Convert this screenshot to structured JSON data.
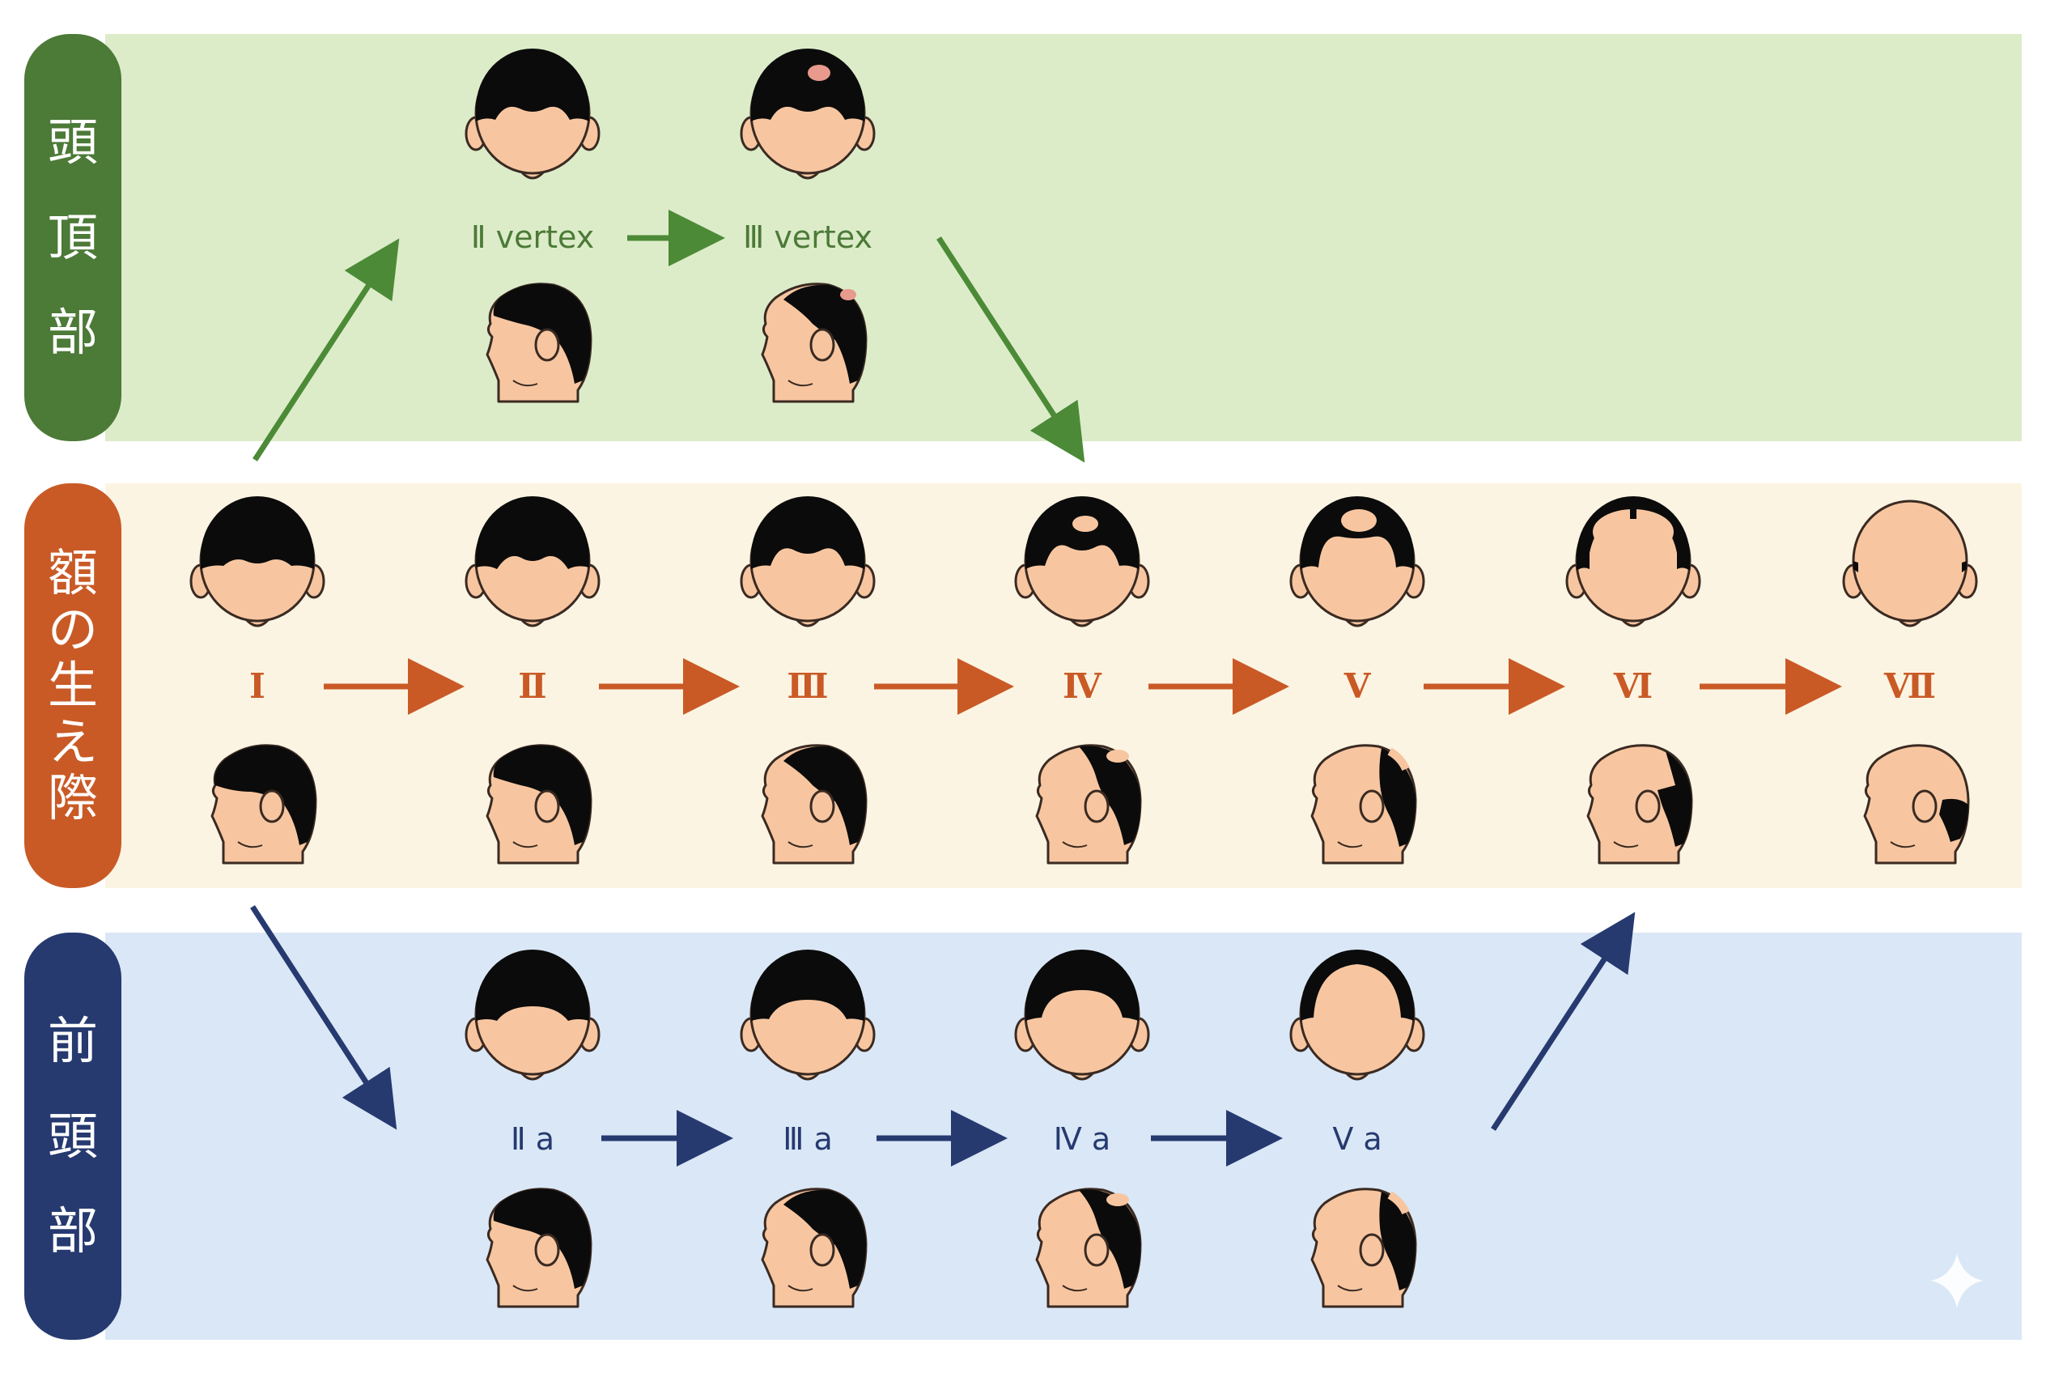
{
  "bands": {
    "vertex": {
      "label": [
        "頭",
        "頂",
        "部"
      ],
      "color": "#4c7a37",
      "bg": "#dcecc9",
      "stage_color": "#4c7a37"
    },
    "hairline": {
      "label": [
        "額",
        "の",
        "生",
        "え",
        "際"
      ],
      "color": "#c95a26",
      "bg": "#fcf4e2",
      "stage_color": "#c95a26"
    },
    "frontal": {
      "label": [
        "前",
        "頭",
        "部"
      ],
      "color": "#263a70",
      "bg": "#dae7f6",
      "stage_color": "#263a70"
    }
  },
  "stages": {
    "vertex": [
      {
        "id": "IIv",
        "label": "Ⅱ vertex",
        "top": "v2",
        "side": "s2",
        "vertex_spot": 0
      },
      {
        "id": "IIIv",
        "label": "Ⅲ vertex",
        "top": "v2",
        "side": "s3",
        "vertex_spot": 1
      }
    ],
    "hairline": [
      {
        "id": "I",
        "label": "Ⅰ",
        "top": "h1",
        "side": "s1"
      },
      {
        "id": "II",
        "label": "Ⅱ",
        "top": "h2",
        "side": "s2"
      },
      {
        "id": "III",
        "label": "Ⅲ",
        "top": "h3",
        "side": "s3"
      },
      {
        "id": "IV",
        "label": "Ⅳ",
        "top": "h4",
        "side": "s4"
      },
      {
        "id": "V",
        "label": "Ⅴ",
        "top": "h5",
        "side": "s5"
      },
      {
        "id": "VI",
        "label": "Ⅵ",
        "top": "h6",
        "side": "s6"
      },
      {
        "id": "VII",
        "label": "Ⅶ",
        "top": "h7",
        "side": "s7"
      }
    ],
    "frontal": [
      {
        "id": "IIa",
        "label": "Ⅱ a",
        "top": "f2",
        "side": "s2"
      },
      {
        "id": "IIIa",
        "label": "Ⅲ a",
        "top": "f3",
        "side": "s3"
      },
      {
        "id": "IVa",
        "label": "Ⅳ a",
        "top": "f4",
        "side": "s4"
      },
      {
        "id": "Va",
        "label": "Ⅴ a",
        "top": "f5",
        "side": "s5"
      }
    ]
  },
  "colors": {
    "skin": "#f7c6a0",
    "hair": "#0b0b0b",
    "outline": "#3a2a22",
    "sparkle": "#ffffff"
  }
}
